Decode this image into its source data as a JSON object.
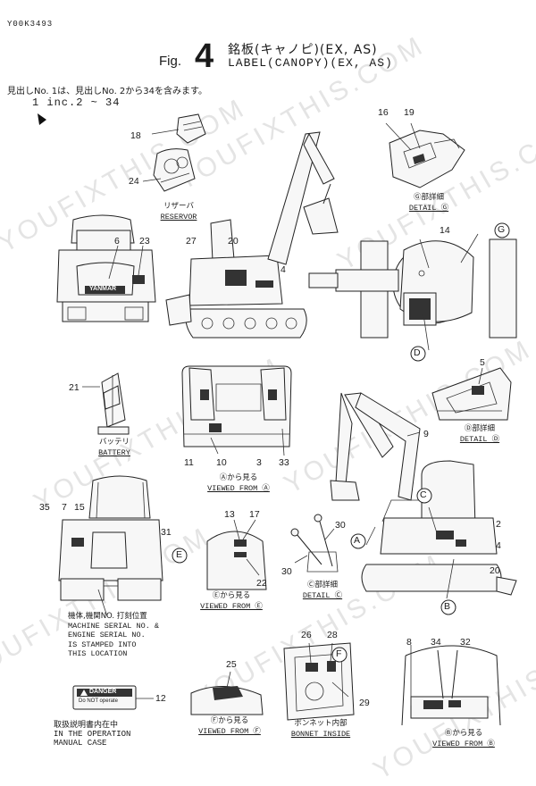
{
  "doc_code": "Y00K3493",
  "title": {
    "prefix": "Fig.",
    "number": "4",
    "jp": "銘板(キャノピ)(EX, AS)",
    "en": "LABEL(CANOPY)(EX, AS)"
  },
  "note": {
    "jp": "見出しNo. 1は、見出しNo. 2から34を含みます。",
    "en": "1 inc.2 ~ 34"
  },
  "watermark": "YOUFIXTHIS.COM",
  "captions": {
    "reservoir_jp": "リザーバ",
    "reservoir_en": "RESERVOR",
    "detail_g_jp": "Ⓖ部詳細",
    "detail_g_en": "DETAIL Ⓖ",
    "battery_jp": "バッテリ",
    "battery_en": "BATTERY",
    "viewed_a_jp": "Ⓐから見る",
    "viewed_a_en": "VIEWED FROM Ⓐ",
    "detail_d_jp": "Ⓓ部詳細",
    "detail_d_en": "DETAIL Ⓓ",
    "viewed_e_jp": "Ⓔから見る",
    "viewed_e_en": "VIEWED FROM Ⓔ",
    "detail_c_jp": "Ⓒ部詳細",
    "detail_c_en": "DETAIL Ⓒ",
    "viewed_f_jp": "Ⓕから見る",
    "viewed_f_en": "VIEWED FROM Ⓕ",
    "bonnet_jp": "ボンネット内部",
    "bonnet_en": "BONNET INSIDE",
    "viewed_b_jp": "Ⓑから見る",
    "viewed_b_en": "VIEWED FROM Ⓑ"
  },
  "serial_note": {
    "jp": "機体,機関NO. 打刻位置",
    "lines": [
      "MACHINE SERIAL NO. &",
      "ENGINE SERIAL NO.",
      "IS STAMPED INTO",
      "THIS LOCATION"
    ]
  },
  "operation_note": {
    "jp": "取扱説明書内在中",
    "lines": [
      "IN THE OPERATION",
      "MANUAL CASE"
    ]
  },
  "danger_label": {
    "title": "DANGER",
    "sub": "Do NOT operate"
  },
  "brand_label": "YANMAR",
  "callout_letters": [
    "G",
    "D",
    "E",
    "C",
    "A",
    "B",
    "F"
  ],
  "part_numbers": {
    "n18": "18",
    "n24": "24",
    "n16": "16",
    "n19": "19",
    "n6": "6",
    "n23": "23",
    "n27": "27",
    "n20a": "20",
    "n4a": "4",
    "n14": "14",
    "n21": "21",
    "n5": "5",
    "n11": "11",
    "n10": "10",
    "n3": "3",
    "n33": "33",
    "n9": "9",
    "n35": "35",
    "n7": "7",
    "n15": "15",
    "n31": "31",
    "n13": "13",
    "n17": "17",
    "n22": "22",
    "n30a": "30",
    "n30b": "30",
    "n2": "2",
    "n4b": "4",
    "n20b": "20",
    "n12": "12",
    "n25": "25",
    "n26": "26",
    "n28": "28",
    "n29": "29",
    "n8": "8",
    "n34": "34",
    "n32": "32"
  }
}
